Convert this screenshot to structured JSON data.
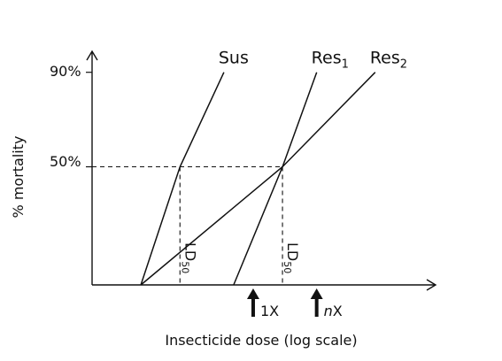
{
  "chart_data": {
    "type": "line",
    "title": "",
    "xlabel": "Insecticide dose (log scale)",
    "ylabel": "% mortality",
    "xscale": "log",
    "grid": false,
    "legend": "none",
    "y_ticks": [
      {
        "label": "90%",
        "value": 90
      },
      {
        "label": "50%",
        "value": 50
      }
    ],
    "series": [
      {
        "name": "Sus",
        "subscript": "",
        "points": [
          [
            1.0,
            0
          ],
          [
            1.8,
            50
          ],
          [
            2.7,
            90
          ]
        ]
      },
      {
        "name": "Res",
        "subscript": "1",
        "points": [
          [
            2.9,
            0
          ],
          [
            3.9,
            50
          ],
          [
            4.6,
            90
          ]
        ]
      },
      {
        "name": "Res",
        "subscript": "2",
        "points": [
          [
            1.0,
            0
          ],
          [
            3.9,
            50
          ],
          [
            5.8,
            90
          ]
        ]
      }
    ],
    "annotations": {
      "ld50": [
        {
          "label": "LD",
          "subscript": "50",
          "x": 1.8
        },
        {
          "label": "LD",
          "subscript": "50",
          "x": 3.9
        }
      ],
      "dose_markers": [
        {
          "label": "1X",
          "italic_prefix": "",
          "x": 3.3
        },
        {
          "label": "X",
          "italic_prefix": "n",
          "x": 4.6
        }
      ]
    },
    "ylim": [
      0,
      100
    ],
    "xlim": [
      0,
      7
    ]
  }
}
